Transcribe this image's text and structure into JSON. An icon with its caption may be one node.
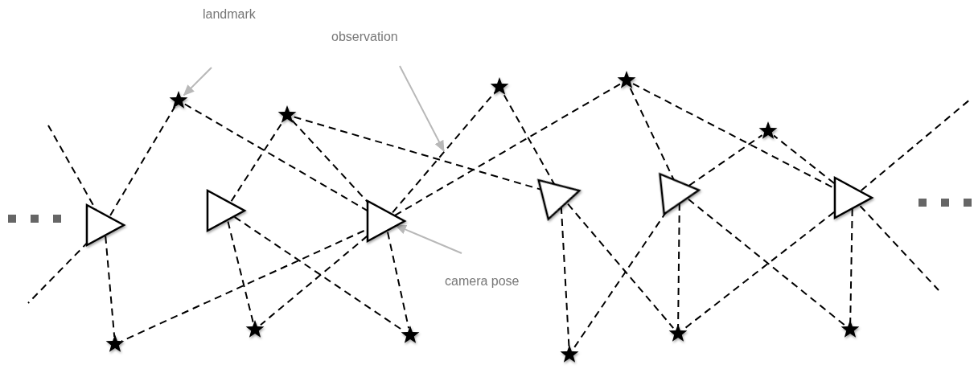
{
  "diagram": {
    "nodes": [
      {
        "text": [
          "landmark"
        ]
      },
      {
        "text": [
          "observation"
        ]
      },
      {
        "text": [],
        "shape": "star"
      },
      {
        "text": [],
        "shape": "star"
      },
      {
        "text": [],
        "shape": "star"
      },
      {
        "text": [],
        "shape": "star"
      },
      {
        "text": [],
        "shape": "star"
      },
      {
        "text": [],
        "shape": "triangle"
      },
      {
        "text": [],
        "shape": "triangle"
      },
      {
        "text": [],
        "shape": "triangle"
      },
      {
        "text": [],
        "shape": "triangle"
      },
      {
        "text": [],
        "shape": "triangle"
      },
      {
        "text": [],
        "shape": "triangle"
      },
      {
        "text": [
          "camera pose"
        ]
      },
      {
        "text": [],
        "shape": "star"
      },
      {
        "text": [],
        "shape": "star"
      },
      {
        "text": [],
        "shape": "star"
      },
      {
        "text": [],
        "shape": "star"
      },
      {
        "text": [],
        "shape": "star"
      },
      {
        "text": [],
        "shape": "star"
      }
    ],
    "edges": [
      {
        "from": 0,
        "to": 2,
        "arrow": "to",
        "color": "#b8b8b8"
      },
      {
        "from": 1,
        "to": null,
        "arrow": "to",
        "color": "#b8b8b8"
      },
      {
        "from": 13,
        "to": 9,
        "arrow": "to",
        "color": "#b8b8b8"
      },
      {
        "from": 7,
        "to": null,
        "arrow": "none",
        "style": "dashed"
      },
      {
        "from": 7,
        "to": null,
        "arrow": "none",
        "style": "dashed"
      },
      {
        "from": 7,
        "to": 2,
        "arrow": "none",
        "style": "dashed"
      },
      {
        "from": 7,
        "to": 14,
        "arrow": "none",
        "style": "dashed"
      },
      {
        "from": 2,
        "to": 9,
        "arrow": "none",
        "style": "dashed"
      },
      {
        "from": 8,
        "to": 3,
        "arrow": "none",
        "style": "dashed"
      },
      {
        "from": 8,
        "to": 15,
        "arrow": "none",
        "style": "dashed"
      },
      {
        "from": 8,
        "to": 16,
        "arrow": "none",
        "style": "dashed"
      },
      {
        "from": 3,
        "to": 9,
        "arrow": "none",
        "style": "dashed"
      },
      {
        "from": 3,
        "to": 10,
        "arrow": "none",
        "style": "dashed"
      },
      {
        "from": 9,
        "to": 4,
        "arrow": "none",
        "style": "dashed"
      },
      {
        "from": 9,
        "to": 5,
        "arrow": "none",
        "style": "dashed"
      },
      {
        "from": 9,
        "to": 14,
        "arrow": "none",
        "style": "dashed"
      },
      {
        "from": 9,
        "to": 15,
        "arrow": "none",
        "style": "dashed"
      },
      {
        "from": 9,
        "to": 16,
        "arrow": "none",
        "style": "dashed"
      },
      {
        "from": 10,
        "to": 4,
        "arrow": "none",
        "style": "dashed"
      },
      {
        "from": 10,
        "to": 17,
        "arrow": "none",
        "style": "dashed"
      },
      {
        "from": 10,
        "to": 18,
        "arrow": "none",
        "style": "dashed"
      },
      {
        "from": 11,
        "to": 5,
        "arrow": "none",
        "style": "dashed"
      },
      {
        "from": 11,
        "to": 6,
        "arrow": "none",
        "style": "dashed"
      },
      {
        "from": 11,
        "to": 17,
        "arrow": "none",
        "style": "dashed"
      },
      {
        "from": 11,
        "to": 18,
        "arrow": "none",
        "style": "dashed"
      },
      {
        "from": 11,
        "to": 19,
        "arrow": "none",
        "style": "dashed"
      },
      {
        "from": 12,
        "to": 5,
        "arrow": "none",
        "style": "dashed"
      },
      {
        "from": 12,
        "to": 6,
        "arrow": "none",
        "style": "dashed"
      },
      {
        "from": 12,
        "to": 19,
        "arrow": "none",
        "style": "dashed"
      },
      {
        "from": 12,
        "to": 18,
        "arrow": "none",
        "style": "dashed"
      },
      {
        "from": 12,
        "to": null,
        "arrow": "none",
        "style": "dashed"
      },
      {
        "from": 12,
        "to": null,
        "arrow": "none",
        "style": "dashed"
      }
    ]
  }
}
